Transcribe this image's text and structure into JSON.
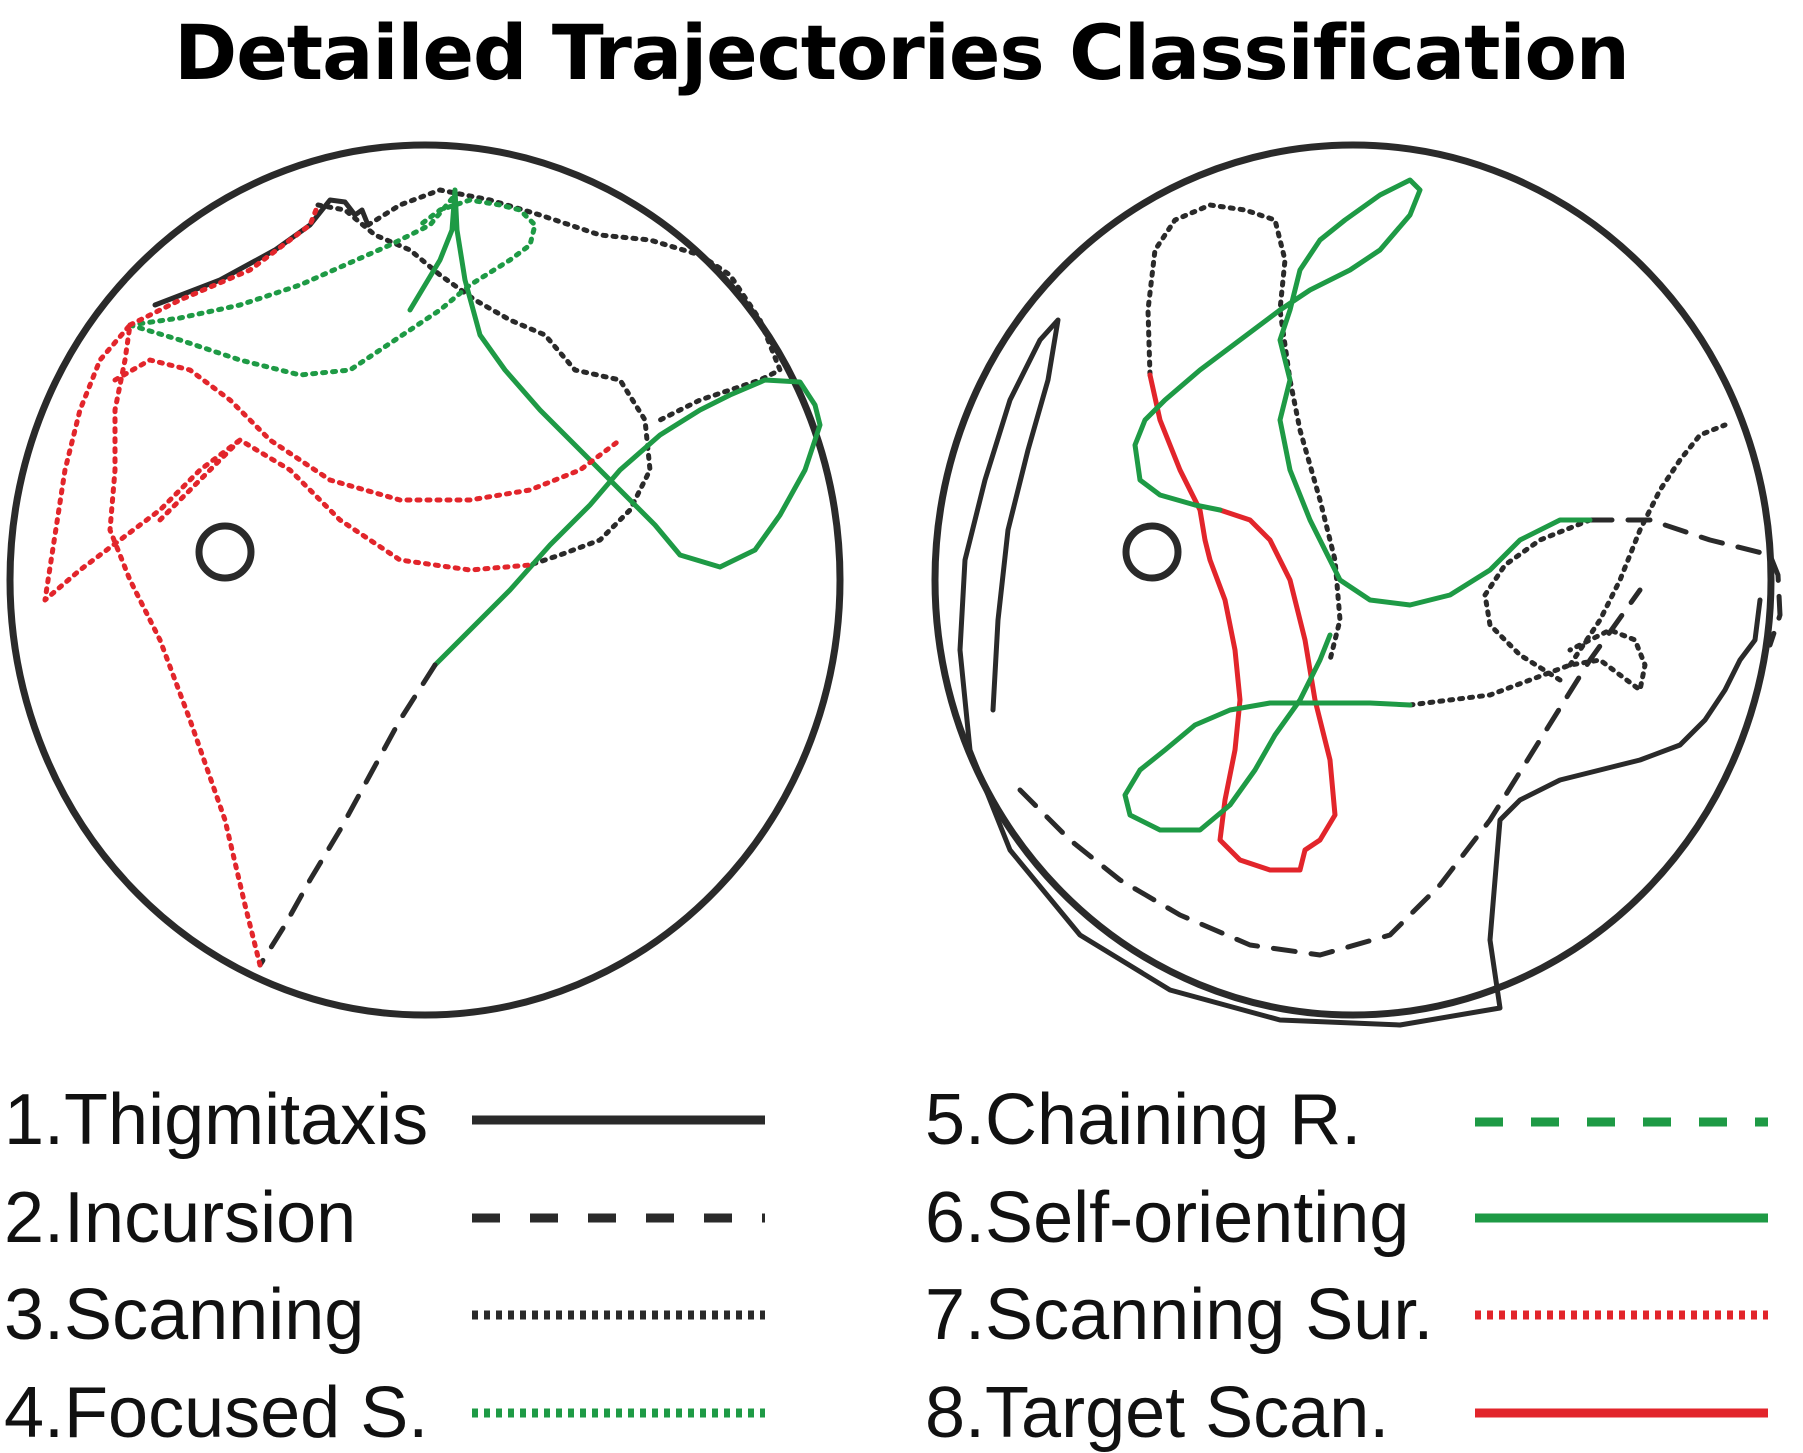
{
  "title": "Detailed Trajectories Classification",
  "colors": {
    "black": "#2a2a2a",
    "green": "#1e9a45",
    "red": "#e2252b"
  },
  "legend": [
    {
      "label": "1.Thigmitaxis",
      "color": "#2a2a2a",
      "style": "solid"
    },
    {
      "label": "2.Incursion",
      "color": "#2a2a2a",
      "style": "dashed"
    },
    {
      "label": "3.Scanning",
      "color": "#2a2a2a",
      "style": "dotted"
    },
    {
      "label": "4.Focused S.",
      "color": "#1e9a45",
      "style": "dotted"
    },
    {
      "label": "5.Chaining R.",
      "color": "#1e9a45",
      "style": "dashed"
    },
    {
      "label": "6.Self-orienting",
      "color": "#1e9a45",
      "style": "solid"
    },
    {
      "label": "7.Scanning Sur.",
      "color": "#e2252b",
      "style": "dotted"
    },
    {
      "label": "8.Target Scan.",
      "color": "#e2252b",
      "style": "solid"
    }
  ]
}
